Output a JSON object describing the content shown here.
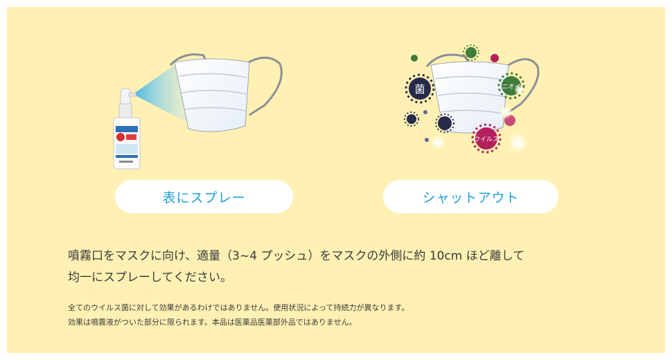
{
  "illustrations": {
    "left_name": "spray-mask-illustration",
    "right_name": "shield-mask-illustration"
  },
  "buttons": {
    "left_label": "表にスプレー",
    "right_label": "シャットアウト"
  },
  "germ_labels": {
    "bacteria": "菌",
    "odor": "ニオイ",
    "virus": "ウイルス"
  },
  "instructions": {
    "line1": "噴霧口をマスクに向け、適量（3~4 プッシュ）をマスクの外側に約 10cm ほど離して",
    "line2": "均一にスプレーしてください。"
  },
  "notes": {
    "line1": "全てのウイルス菌に対して効果があるわけではありません。使用状況によって持続力が異なります。",
    "line2": "効果は噴霧液がついた部分に限られます。本品は医薬品医薬部外品ではありません。"
  },
  "colors": {
    "panel_bg": "#fff1b3",
    "accent_blue": "#1d9fd8",
    "germ_navy": "#262b4a",
    "germ_green": "#3f7d3c",
    "germ_magenta": "#b51f5e"
  }
}
